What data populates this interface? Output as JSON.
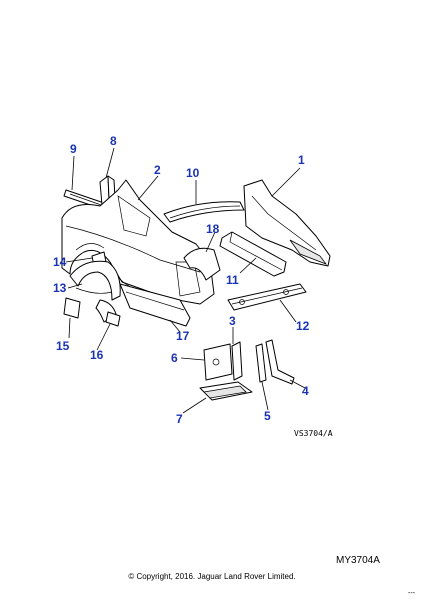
{
  "diagram": {
    "callouts": [
      "1",
      "2",
      "3",
      "4",
      "5",
      "6",
      "7",
      "8",
      "9",
      "10",
      "11",
      "12",
      "13",
      "14",
      "15",
      "16",
      "17",
      "18"
    ],
    "drawing_code": "VS3704/A"
  },
  "footer": {
    "reference": "MY3704A",
    "copyright": "© Copyright, 2016. Jaguar Land Rover Limited.",
    "corner_mark": "---"
  },
  "colors": {
    "callout": "#1a33b3",
    "line": "#000000",
    "background": "#ffffff"
  }
}
